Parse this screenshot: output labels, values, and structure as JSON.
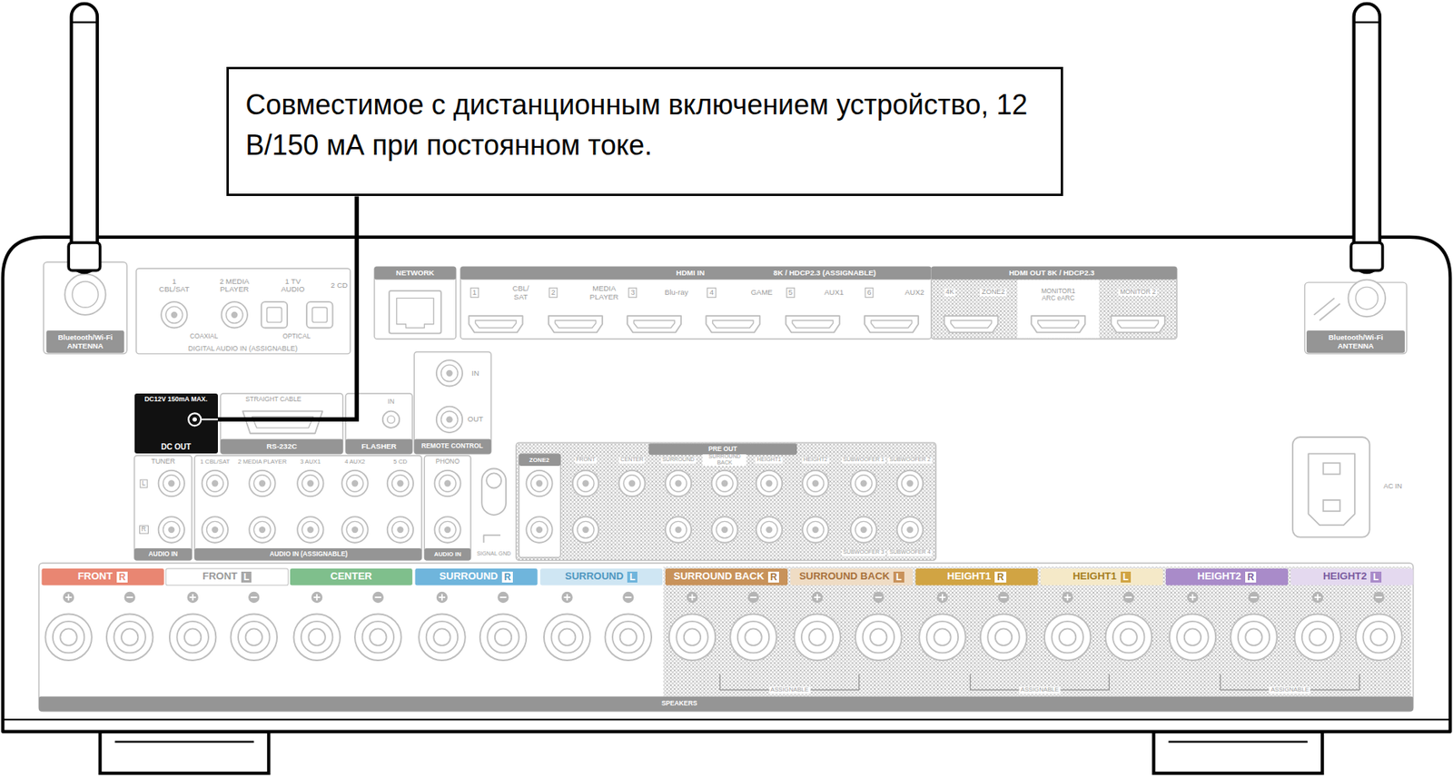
{
  "diagram": {
    "nodes": [
      {
        "text": [
          "Совместимое с дистанционным включением устройство, 12 В/150 мА при постоянном токе."
        ]
      },
      {
        "text": [
          "DC12V 150mA MAX.",
          "DC OUT"
        ]
      }
    ],
    "edges": [
      {
        "from": 0,
        "to": 1,
        "arrow": "none"
      }
    ],
    "labels": [
      "Bluetooth/Wi-Fi ANTENNA",
      "1 CBL/SAT",
      "2 MEDIA PLAYER",
      "1 TV AUDIO",
      "2 CD",
      "COAXIAL",
      "OPTICAL",
      "DIGITAL AUDIO IN (ASSIGNABLE)",
      "NETWORK",
      "HDMI IN",
      "8K / HDCP2.3 (ASSIGNABLE)",
      "1",
      "CBL/ SAT",
      "2",
      "MEDIA PLAYER",
      "3",
      "Blu-ray",
      "4",
      "GAME",
      "5",
      "AUX1",
      "6",
      "AUX2",
      "HDMI OUT 8K / HDCP2.3",
      "4K",
      "ZONE2",
      "MONITOR1 ARC eARC",
      "MONITOR 2",
      "Bluetooth/Wi-Fi ANTENNA",
      "STRAIGHT CABLE",
      "RS-232C",
      "IN",
      "FLASHER",
      "IN",
      "OUT",
      "REMOTE CONTROL",
      "TUNER",
      "L",
      "R",
      "AUDIO IN",
      "1 CBL/SAT",
      "2 MEDIA PLAYER",
      "3 AUX1",
      "4 AUX2",
      "5 CD",
      "AUDIO IN (ASSIGNABLE)",
      "PHONO",
      "AUDIO IN",
      "SIGNAL GND",
      "PRE OUT",
      "ZONE2",
      "FRONT",
      "CENTER",
      "SURROUND",
      "SURROUND BACK",
      "HEIGHT1",
      "HEIGHT2",
      "SUBWOOFER 1",
      "SUBWOOFER 2",
      "SUBWOOFER 3",
      "SUBWOOFER 4",
      "AC IN",
      "FRONT",
      "R",
      "FRONT",
      "L",
      "CENTER",
      "SURROUND",
      "R",
      "SURROUND",
      "L",
      "SURROUND BACK",
      "R",
      "SURROUND BACK",
      "L",
      "HEIGHT1",
      "R",
      "HEIGHT1",
      "L",
      "HEIGHT2",
      "R",
      "HEIGHT2",
      "L",
      "ASSIGNABLE",
      "ASSIGNABLE",
      "ASSIGNABLE",
      "SPEAKERS"
    ]
  }
}
